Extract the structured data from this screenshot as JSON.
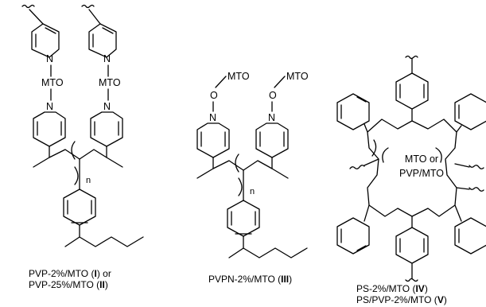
{
  "structures": {
    "pvp": {
      "atoms": {
        "n": "N",
        "mto": "MTO",
        "repeat": "n"
      },
      "caption": {
        "line1_text": "PVP-2%/MTO (",
        "line1_label": "I",
        "line1_mid": ") or",
        "line2_text": "PVP-25%/MTO (",
        "line2_label": "II",
        "line2_end": ")"
      }
    },
    "pvpn": {
      "atoms": {
        "n": "N",
        "o": "O",
        "mto": "MTO",
        "repeat": "n"
      },
      "caption": {
        "text": "PVPN-2%/MTO  (",
        "label": "III",
        "end": ")"
      }
    },
    "ps": {
      "center_line1": "MTO or",
      "center_line2": "PVP/MTO",
      "caption": {
        "line1_text": "PS-2%/MTO (",
        "line1_label": "IV",
        "line1_end": ")",
        "line2_text": "PS/PVP-2%/MTO  (",
        "line2_label": "V",
        "line2_end": ")"
      }
    }
  }
}
